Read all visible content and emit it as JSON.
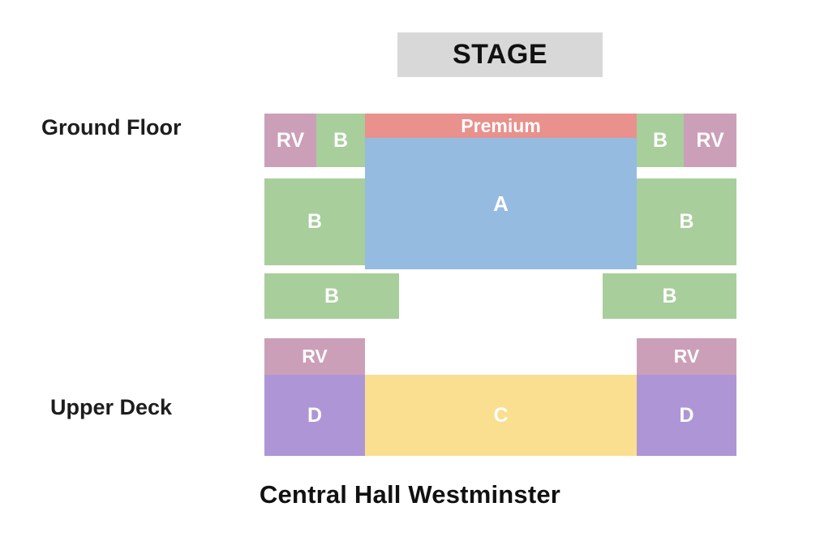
{
  "stage": {
    "label": "STAGE",
    "color": "#d8d8d8"
  },
  "sections": [
    {
      "key": "ground",
      "label": "Ground Floor"
    },
    {
      "key": "upper",
      "label": "Upper Deck"
    }
  ],
  "venue": {
    "name": "Central Hall Westminster"
  },
  "colors": {
    "rv": "#cc9fb9",
    "b": "#a8ce9c",
    "a": "#96bbe1",
    "premium": "#e8918d",
    "c": "#fadf91",
    "d": "#ae96d6",
    "stage": "#d8d8d8",
    "label_text": "#1d1d1d",
    "block_text": "#ffffff",
    "background": "#ffffff"
  },
  "blocks": [
    {
      "id": "gf-rv-left",
      "label": "RV",
      "section": "Ground Floor",
      "color": "#cc9fb9"
    },
    {
      "id": "gf-b-left-1",
      "label": "B",
      "section": "Ground Floor",
      "color": "#a8ce9c"
    },
    {
      "id": "gf-premium",
      "label": "Premium",
      "section": "Ground Floor",
      "color": "#e8918d"
    },
    {
      "id": "gf-a",
      "label": "A",
      "section": "Ground Floor",
      "color": "#96bbe1"
    },
    {
      "id": "gf-b-right-1",
      "label": "B",
      "section": "Ground Floor",
      "color": "#a8ce9c"
    },
    {
      "id": "gf-rv-right",
      "label": "RV",
      "section": "Ground Floor",
      "color": "#cc9fb9"
    },
    {
      "id": "gf-b-left-2",
      "label": "B",
      "section": "Ground Floor",
      "color": "#a8ce9c"
    },
    {
      "id": "gf-b-right-2",
      "label": "B",
      "section": "Ground Floor",
      "color": "#a8ce9c"
    },
    {
      "id": "gf-b-left-3",
      "label": "B",
      "section": "Ground Floor",
      "color": "#a8ce9c"
    },
    {
      "id": "gf-b-right-3",
      "label": "B",
      "section": "Ground Floor",
      "color": "#a8ce9c"
    },
    {
      "id": "ud-rv-left",
      "label": "RV",
      "section": "Upper Deck",
      "color": "#cc9fb9"
    },
    {
      "id": "ud-rv-right",
      "label": "RV",
      "section": "Upper Deck",
      "color": "#cc9fb9"
    },
    {
      "id": "ud-d-left",
      "label": "D",
      "section": "Upper Deck",
      "color": "#ae96d6"
    },
    {
      "id": "ud-c",
      "label": "C",
      "section": "Upper Deck",
      "color": "#fadf91"
    },
    {
      "id": "ud-d-right",
      "label": "D",
      "section": "Upper Deck",
      "color": "#ae96d6"
    }
  ]
}
